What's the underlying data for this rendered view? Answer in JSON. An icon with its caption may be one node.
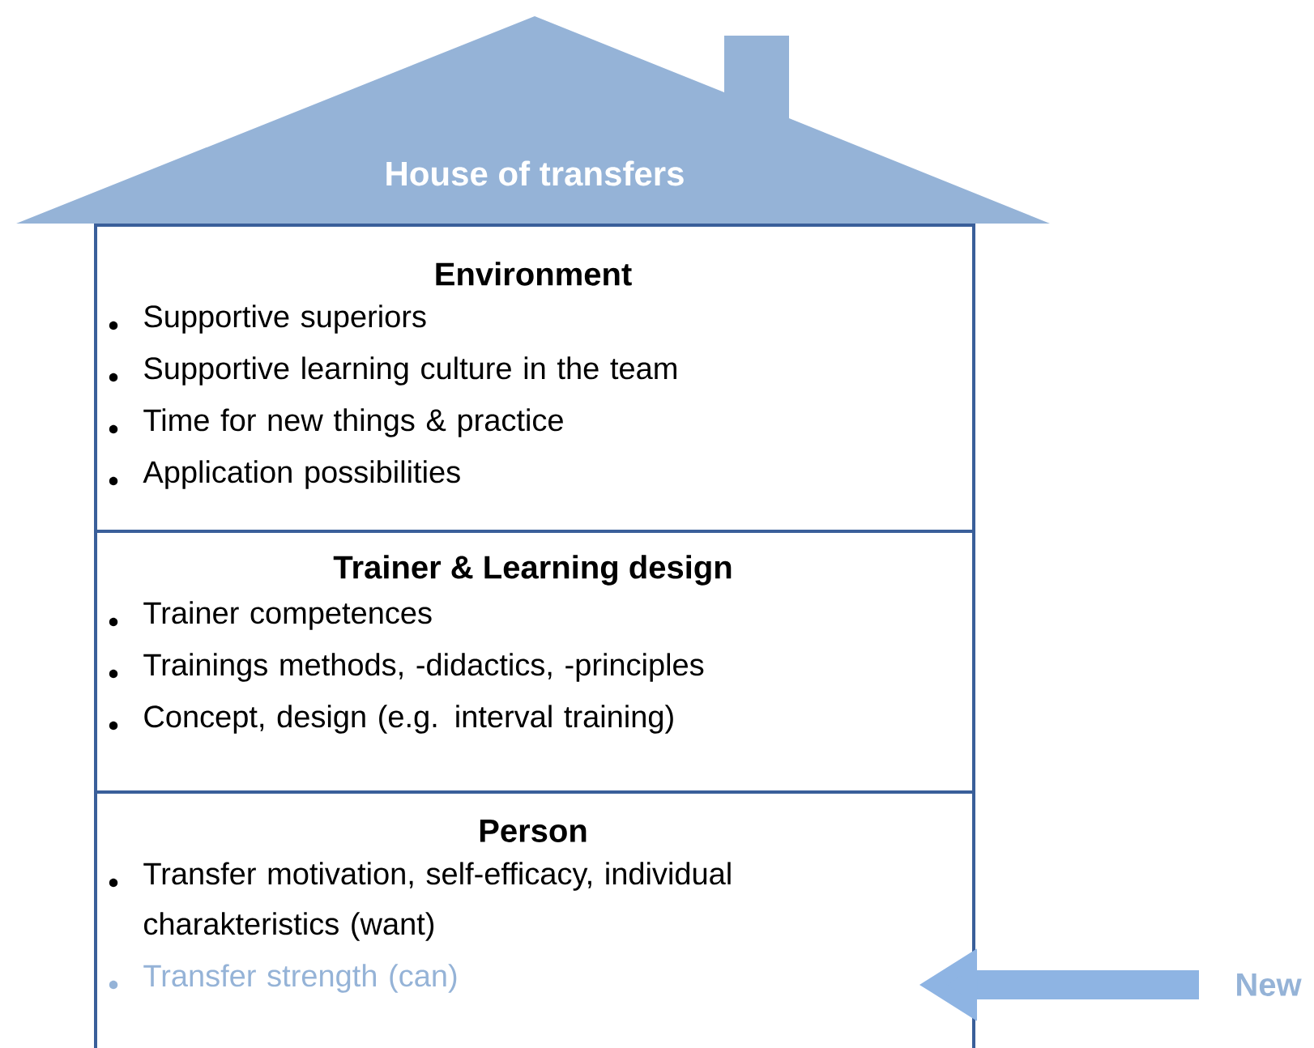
{
  "diagram": {
    "nodes": [
      {
        "text": [
          "House of transfers"
        ]
      },
      {
        "text": [
          "Environment",
          "Supportive superiors",
          "Supportive learning culture in the team",
          "Time for new things & practice",
          "Application possibilities"
        ]
      },
      {
        "text": [
          "Trainer & Learning design",
          "Trainer competences",
          "Trainings methods, -didactics, -principles",
          "Concept, design (e.g. interval training)"
        ]
      },
      {
        "text": [
          "Person",
          "Transfer motivation, self-efficacy, individual charakteristics (want)",
          "Transfer strength (can)"
        ]
      },
      {
        "text": [
          "New"
        ]
      }
    ],
    "edges": [
      {
        "from": 4,
        "to": 3,
        "arrow": "to",
        "color": "#8eb4e3"
      }
    ]
  }
}
